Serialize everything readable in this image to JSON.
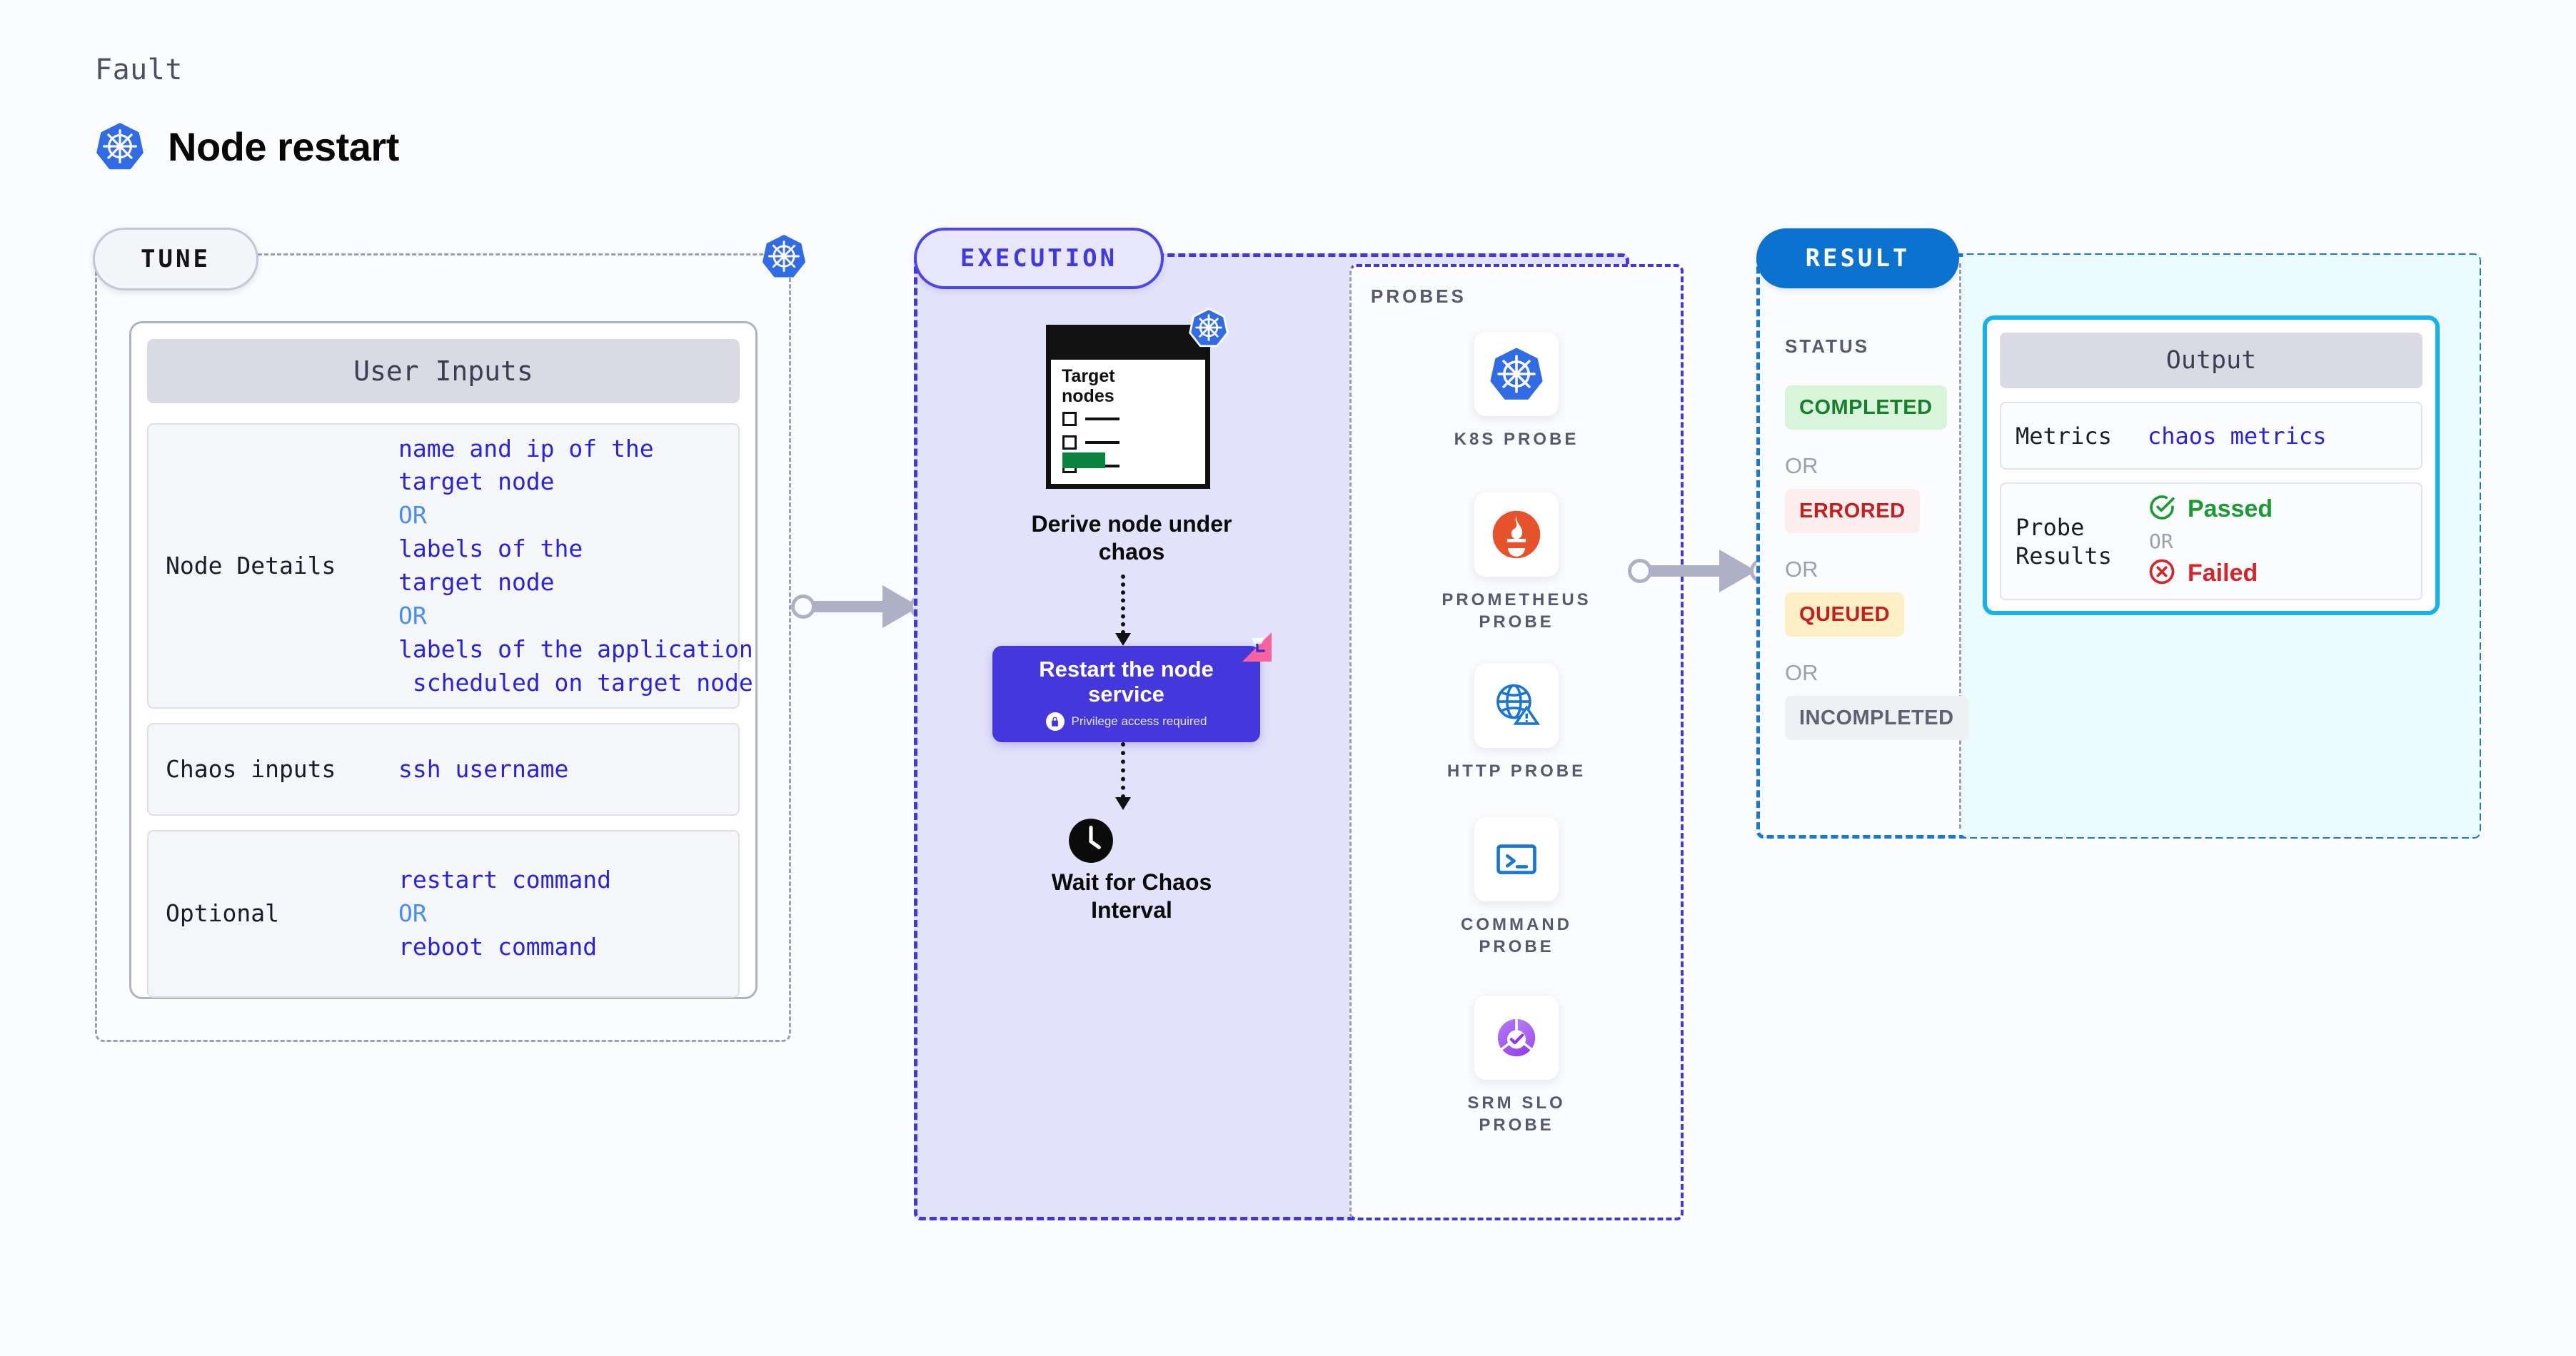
{
  "header": {
    "kicker": "Fault",
    "title": "Node restart",
    "icon": "kubernetes-logo"
  },
  "tune": {
    "pill_label": "TUNE",
    "badge_icon": "kubernetes-logo",
    "card_title": "User Inputs",
    "rows": [
      {
        "label": "Node Details",
        "values": [
          "name and ip of the\ntarget node",
          "OR",
          "labels of the\ntarget node",
          "OR",
          "labels of the application\n scheduled on target node"
        ]
      },
      {
        "label": "Chaos inputs",
        "values": [
          "ssh username"
        ]
      },
      {
        "label": "Optional",
        "values": [
          "restart command",
          "OR",
          "reboot command"
        ]
      }
    ]
  },
  "execution": {
    "pill_label": "EXECUTION",
    "doc": {
      "title": "Target\nnodes",
      "badge_icon": "kubernetes-logo",
      "checkbox_count": 3
    },
    "derive_label": "Derive node under\nchaos",
    "restart": {
      "title": "Restart the node\nservice",
      "subtitle": "Privilege access required",
      "lock_icon": "lock-icon",
      "flag_icon": "timer-flag-icon"
    },
    "wait": {
      "icon": "clock-icon",
      "label": "Wait for Chaos\nInterval"
    }
  },
  "probes": {
    "title": "PROBES",
    "items": [
      {
        "name": "K8S PROBE",
        "icon": "kubernetes-logo"
      },
      {
        "name": "PROMETHEUS\nPROBE",
        "icon": "prometheus-logo"
      },
      {
        "name": "HTTP PROBE",
        "icon": "globe-warning-icon"
      },
      {
        "name": "COMMAND\nPROBE",
        "icon": "terminal-icon"
      },
      {
        "name": "SRM SLO\nPROBE",
        "icon": "srm-slo-icon"
      }
    ]
  },
  "result": {
    "pill_label": "RESULT",
    "status_title": "STATUS",
    "or_label": "OR",
    "statuses": [
      {
        "label": "COMPLETED",
        "color": "#16802c",
        "bg": "#d8f5db"
      },
      {
        "label": "ERRORED",
        "color": "#c41f1f",
        "bg": "#fceeee"
      },
      {
        "label": "QUEUED",
        "color": "#c41f1f",
        "bg": "#fcefc6"
      },
      {
        "label": "INCOMPLETED",
        "color": "#5d6273",
        "bg": "#eef0f4"
      }
    ],
    "output": {
      "title": "Output",
      "metrics_label": "Metrics",
      "metrics_value": "chaos metrics",
      "probe_label": "Probe\nResults",
      "passed_label": "Passed",
      "failed_label": "Failed",
      "or_label": "OR",
      "passed_icon": "check-circle-icon",
      "failed_icon": "x-circle-icon",
      "passed_color": "#1a9c33",
      "failed_color": "#d6262a"
    }
  },
  "connectors": {
    "tune_to_execution": "arrow-right",
    "execution_to_result": "arrow-right"
  },
  "colors": {
    "k8s_blue": "#326ce5",
    "execution_purple": "#4338d6",
    "result_blue": "#0b72cf",
    "output_cyan": "#16b2ec",
    "code_indigo": "#2a22e0"
  }
}
